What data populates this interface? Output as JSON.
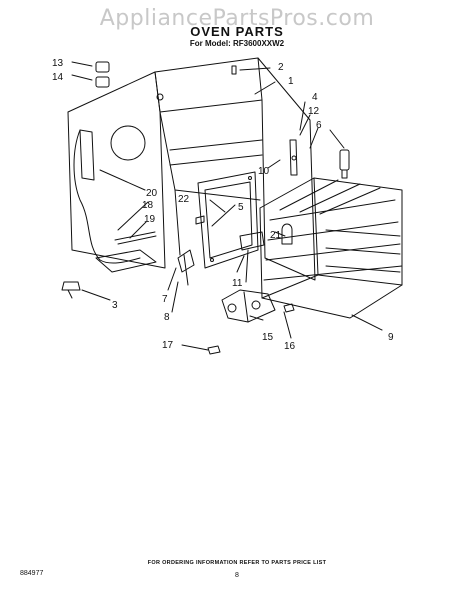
{
  "watermark": "AppliancePartsPros.com",
  "header": {
    "title": "OVEN PARTS",
    "model": "For Model: RF3600XXW2"
  },
  "callouts": [
    "1",
    "2",
    "3",
    "4",
    "5",
    "6",
    "7",
    "8",
    "9",
    "10",
    "11",
    "12",
    "13",
    "14",
    "15",
    "16",
    "17",
    "18",
    "19",
    "20",
    "21",
    "22"
  ],
  "footer": {
    "note": "FOR ORDERING INFORMATION REFER TO PARTS PRICE LIST",
    "page": "8",
    "doc_number": "884977"
  }
}
